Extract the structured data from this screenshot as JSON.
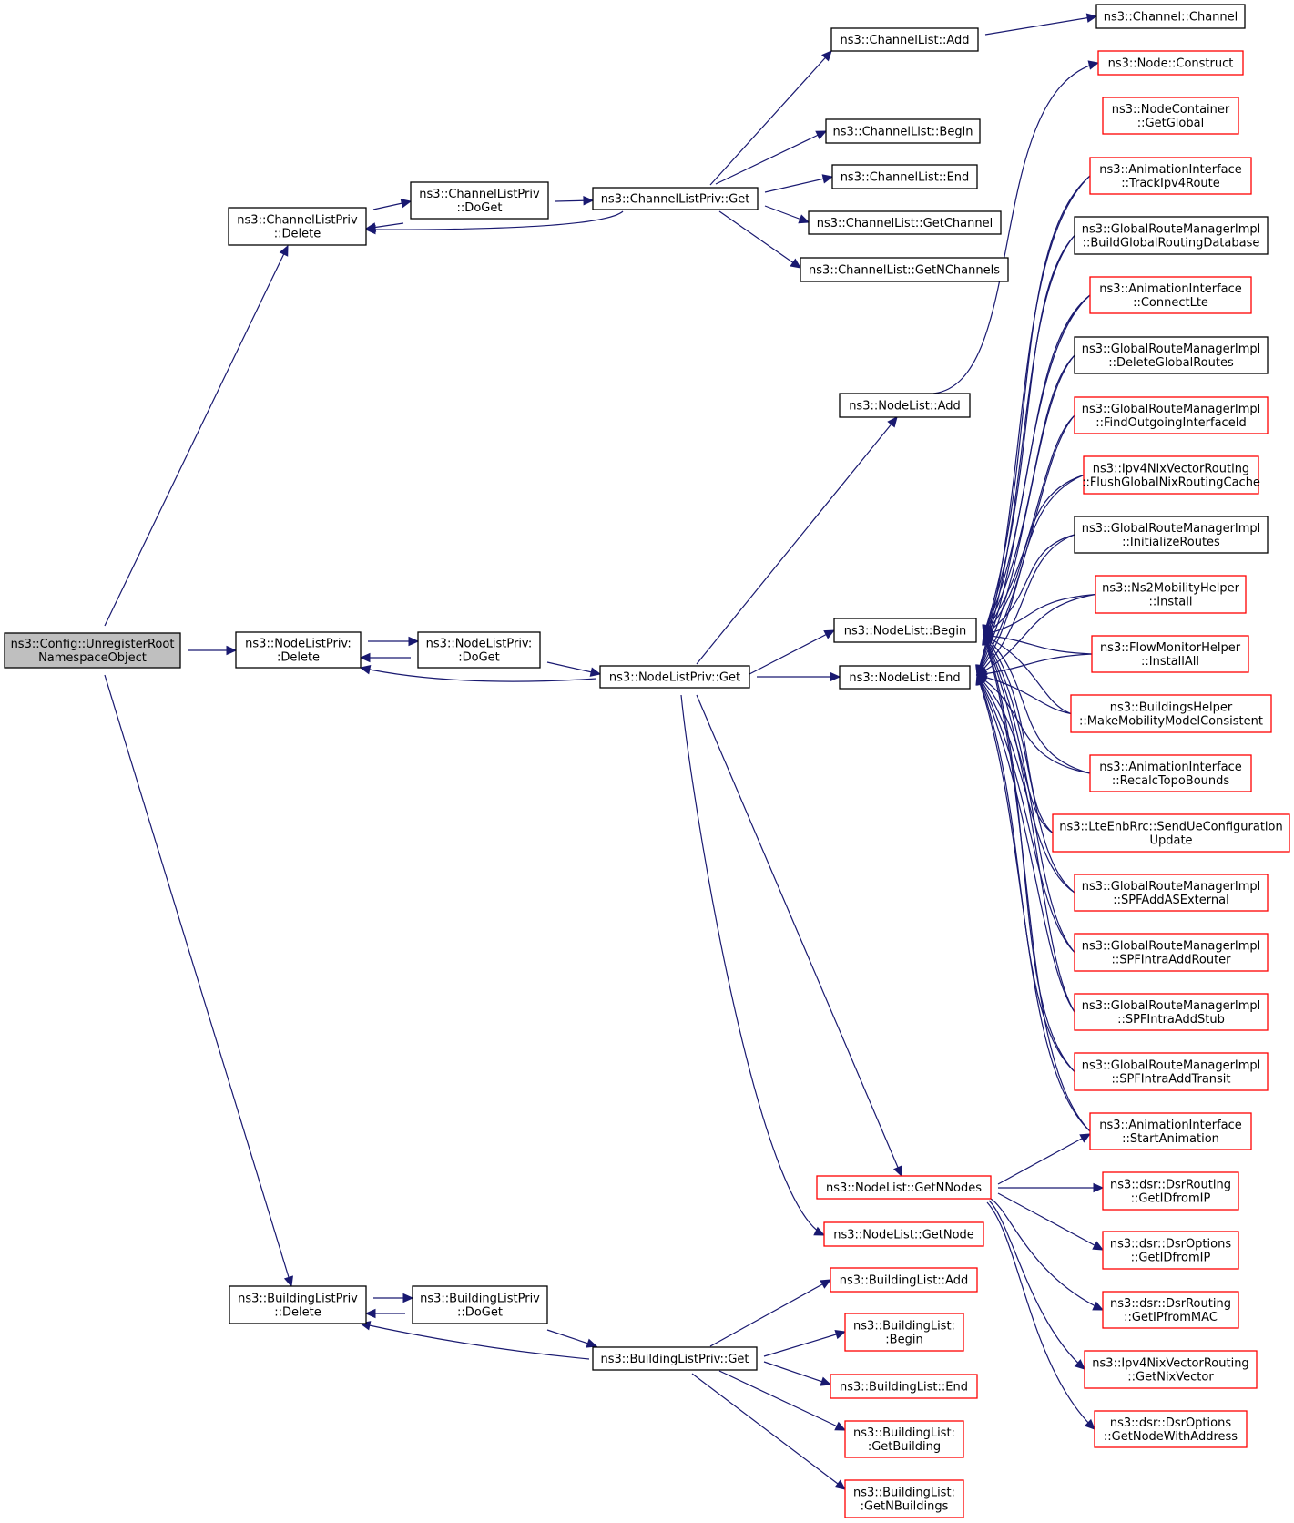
{
  "colors": {
    "edge": "#191970",
    "black_border": "#000000",
    "red_border": "#ff0000",
    "root_fill": "#bfbfbf",
    "node_fill": "#ffffff"
  },
  "nodes": [
    {
      "id": "root",
      "lines": [
        "ns3::Config::UnregisterRoot",
        "NamespaceObject"
      ],
      "style": "root"
    },
    {
      "id": "clp_delete",
      "lines": [
        "ns3::ChannelListPriv",
        "::Delete"
      ],
      "style": "black"
    },
    {
      "id": "clp_doget",
      "lines": [
        "ns3::ChannelListPriv",
        "::DoGet"
      ],
      "style": "black"
    },
    {
      "id": "clp_get",
      "lines": [
        "ns3::ChannelListPriv::Get"
      ],
      "style": "black"
    },
    {
      "id": "cl_add",
      "lines": [
        "ns3::ChannelList::Add"
      ],
      "style": "black"
    },
    {
      "id": "channel",
      "lines": [
        "ns3::Channel::Channel"
      ],
      "style": "black"
    },
    {
      "id": "cl_begin",
      "lines": [
        "ns3::ChannelList::Begin"
      ],
      "style": "black"
    },
    {
      "id": "cl_end",
      "lines": [
        "ns3::ChannelList::End"
      ],
      "style": "black"
    },
    {
      "id": "cl_getchannel",
      "lines": [
        "ns3::ChannelList::GetChannel"
      ],
      "style": "black"
    },
    {
      "id": "cl_getn",
      "lines": [
        "ns3::ChannelList::GetNChannels"
      ],
      "style": "black"
    },
    {
      "id": "nlp_delete",
      "lines": [
        "ns3::NodeListPriv:",
        ":Delete"
      ],
      "style": "black"
    },
    {
      "id": "nlp_doget",
      "lines": [
        "ns3::NodeListPriv:",
        ":DoGet"
      ],
      "style": "black"
    },
    {
      "id": "nlp_get",
      "lines": [
        "ns3::NodeListPriv::Get"
      ],
      "style": "black"
    },
    {
      "id": "nl_add",
      "lines": [
        "ns3::NodeList::Add"
      ],
      "style": "black"
    },
    {
      "id": "nl_begin",
      "lines": [
        "ns3::NodeList::Begin"
      ],
      "style": "black"
    },
    {
      "id": "nl_end",
      "lines": [
        "ns3::NodeList::End"
      ],
      "style": "black"
    },
    {
      "id": "nl_getnnodes",
      "lines": [
        "ns3::NodeList::GetNNodes"
      ],
      "style": "red"
    },
    {
      "id": "nl_getnode",
      "lines": [
        "ns3::NodeList::GetNode"
      ],
      "style": "red"
    },
    {
      "id": "node_construct",
      "lines": [
        "ns3::Node::Construct"
      ],
      "style": "red"
    },
    {
      "id": "nc_getglobal",
      "lines": [
        "ns3::NodeContainer",
        "::GetGlobal"
      ],
      "style": "red"
    },
    {
      "id": "ai_trackipv4",
      "lines": [
        "ns3::AnimationInterface",
        "::TrackIpv4Route"
      ],
      "style": "red"
    },
    {
      "id": "grm_build",
      "lines": [
        "ns3::GlobalRouteManagerImpl",
        "::BuildGlobalRoutingDatabase"
      ],
      "style": "black"
    },
    {
      "id": "ai_connectlte",
      "lines": [
        "ns3::AnimationInterface",
        "::ConnectLte"
      ],
      "style": "red"
    },
    {
      "id": "grm_delete",
      "lines": [
        "ns3::GlobalRouteManagerImpl",
        "::DeleteGlobalRoutes"
      ],
      "style": "black"
    },
    {
      "id": "grm_findout",
      "lines": [
        "ns3::GlobalRouteManagerImpl",
        "::FindOutgoingInterfaceId"
      ],
      "style": "red"
    },
    {
      "id": "nix_flush",
      "lines": [
        "ns3::Ipv4NixVectorRouting",
        "::FlushGlobalNixRoutingCache"
      ],
      "style": "red"
    },
    {
      "id": "grm_init",
      "lines": [
        "ns3::GlobalRouteManagerImpl",
        "::InitializeRoutes"
      ],
      "style": "black"
    },
    {
      "id": "ns2_install",
      "lines": [
        "ns3::Ns2MobilityHelper",
        "::Install"
      ],
      "style": "red"
    },
    {
      "id": "fm_installall",
      "lines": [
        "ns3::FlowMonitorHelper",
        "::InstallAll"
      ],
      "style": "red"
    },
    {
      "id": "bh_make",
      "lines": [
        "ns3::BuildingsHelper",
        "::MakeMobilityModelConsistent"
      ],
      "style": "red"
    },
    {
      "id": "ai_recalc",
      "lines": [
        "ns3::AnimationInterface",
        "::RecalcTopoBounds"
      ],
      "style": "red"
    },
    {
      "id": "lte_send",
      "lines": [
        "ns3::LteEnbRrc::SendUeConfiguration",
        "Update"
      ],
      "style": "red"
    },
    {
      "id": "grm_spfaddas",
      "lines": [
        "ns3::GlobalRouteManagerImpl",
        "::SPFAddASExternal"
      ],
      "style": "red"
    },
    {
      "id": "grm_spfrouter",
      "lines": [
        "ns3::GlobalRouteManagerImpl",
        "::SPFIntraAddRouter"
      ],
      "style": "red"
    },
    {
      "id": "grm_spfstub",
      "lines": [
        "ns3::GlobalRouteManagerImpl",
        "::SPFIntraAddStub"
      ],
      "style": "red"
    },
    {
      "id": "grm_spftransit",
      "lines": [
        "ns3::GlobalRouteManagerImpl",
        "::SPFIntraAddTransit"
      ],
      "style": "red"
    },
    {
      "id": "ai_startanim",
      "lines": [
        "ns3::AnimationInterface",
        "::StartAnimation"
      ],
      "style": "red"
    },
    {
      "id": "dsr_getidfromip",
      "lines": [
        "ns3::dsr::DsrRouting",
        "::GetIDfromIP"
      ],
      "style": "red"
    },
    {
      "id": "dsro_getidfromip",
      "lines": [
        "ns3::dsr::DsrOptions",
        "::GetIDfromIP"
      ],
      "style": "red"
    },
    {
      "id": "dsr_getipfrommac",
      "lines": [
        "ns3::dsr::DsrRouting",
        "::GetIPfromMAC"
      ],
      "style": "red"
    },
    {
      "id": "nix_getnix",
      "lines": [
        "ns3::Ipv4NixVectorRouting",
        "::GetNixVector"
      ],
      "style": "red"
    },
    {
      "id": "dsro_getnode",
      "lines": [
        "ns3::dsr::DsrOptions",
        "::GetNodeWithAddress"
      ],
      "style": "red"
    },
    {
      "id": "blp_delete",
      "lines": [
        "ns3::BuildingListPriv",
        "::Delete"
      ],
      "style": "black"
    },
    {
      "id": "blp_doget",
      "lines": [
        "ns3::BuildingListPriv",
        "::DoGet"
      ],
      "style": "black"
    },
    {
      "id": "blp_get",
      "lines": [
        "ns3::BuildingListPriv::Get"
      ],
      "style": "black"
    },
    {
      "id": "bl_add",
      "lines": [
        "ns3::BuildingList::Add"
      ],
      "style": "red"
    },
    {
      "id": "bl_begin",
      "lines": [
        "ns3::BuildingList:",
        ":Begin"
      ],
      "style": "red"
    },
    {
      "id": "bl_end",
      "lines": [
        "ns3::BuildingList::End"
      ],
      "style": "red"
    },
    {
      "id": "bl_getbuilding",
      "lines": [
        "ns3::BuildingList:",
        ":GetBuilding"
      ],
      "style": "red"
    },
    {
      "id": "bl_getn",
      "lines": [
        "ns3::BuildingList:",
        ":GetNBuildings"
      ],
      "style": "red"
    }
  ]
}
